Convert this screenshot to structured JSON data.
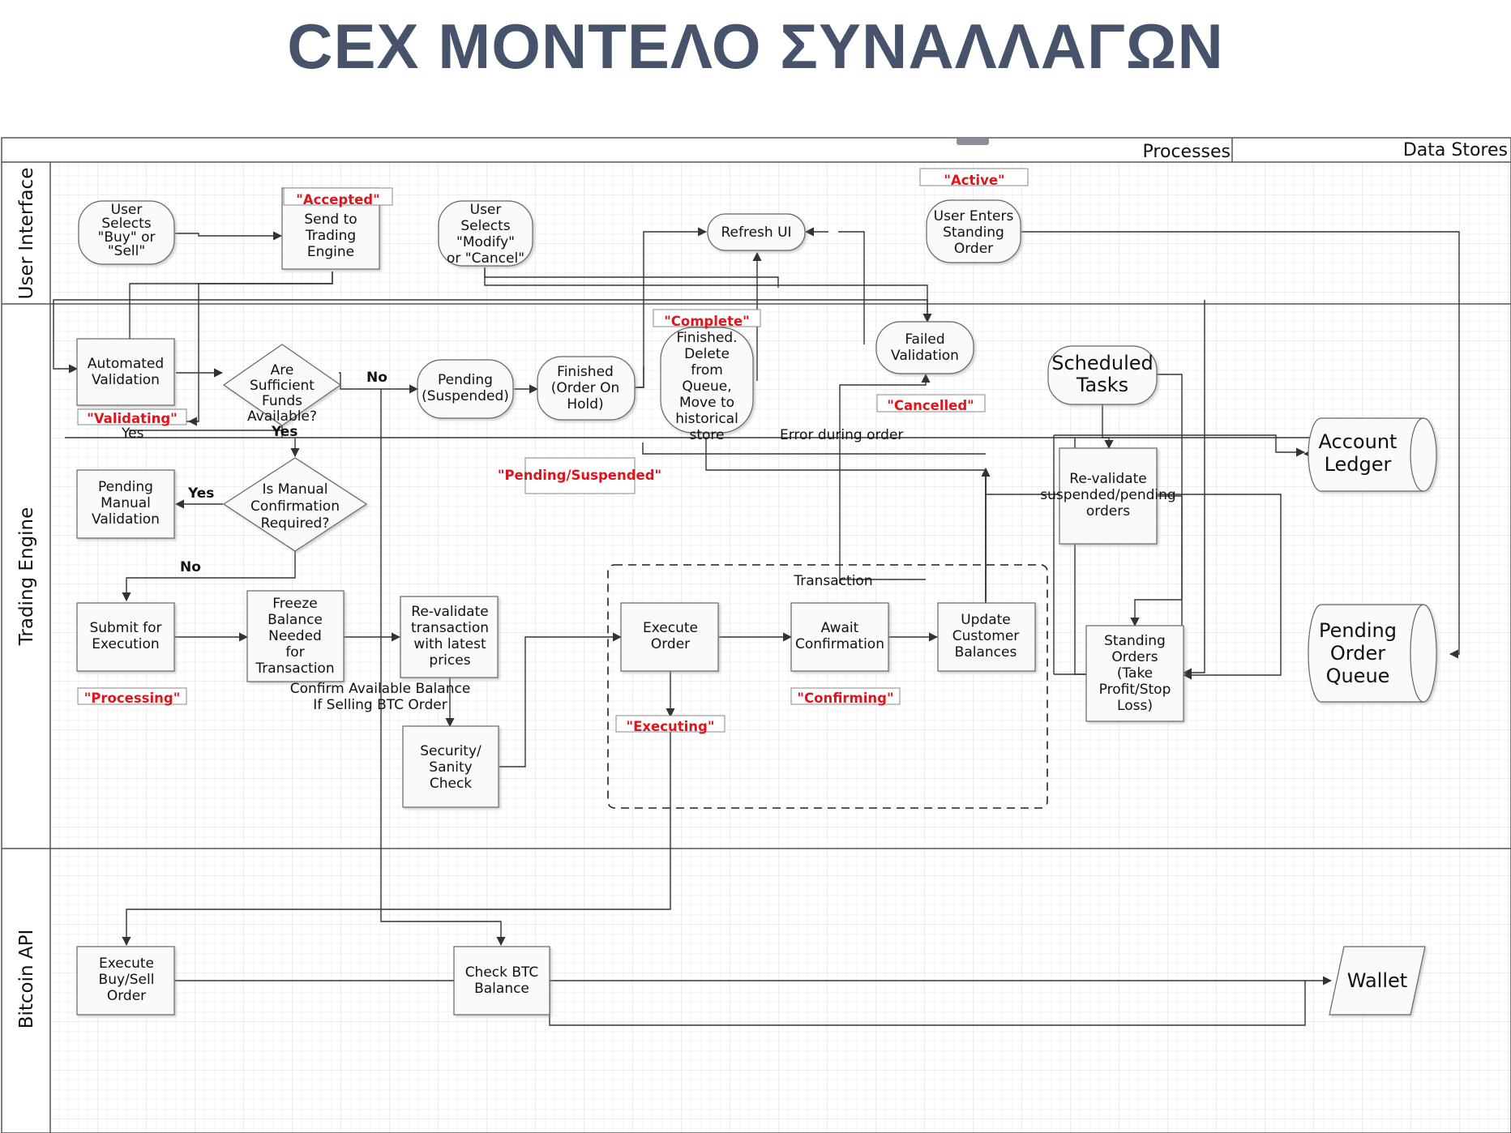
{
  "title": "CEX ΜΟΝΤΕΛΟ ΣΥΝΑΛΛΑΓΩΝ",
  "header": {
    "processes": "Processes",
    "data_stores": "Data Stores"
  },
  "lanes": {
    "ui": "User Interface",
    "engine": "Trading Engine",
    "api": "Bitcoin API"
  },
  "nodes": {
    "user_buy_sell": [
      "User",
      "Selects",
      "\"Buy\" or",
      "\"Sell\""
    ],
    "send_engine": [
      "Send to",
      "Trading",
      "Engine"
    ],
    "user_modify": [
      "User",
      "Selects",
      "\"Modify\"",
      "or \"Cancel\""
    ],
    "refresh_ui": [
      "Refresh UI"
    ],
    "standing_order": [
      "User Enters",
      "Standing",
      "Order"
    ],
    "auto_validation": [
      "Automated",
      "Validation"
    ],
    "sufficient_funds": [
      "Are",
      "Sufficient",
      "Funds",
      "Available?"
    ],
    "pending_suspended": [
      "Pending",
      "(Suspended)"
    ],
    "finished_hold": [
      "Finished",
      "(Order On",
      "Hold)"
    ],
    "finished_delete": [
      "Finished.",
      "Delete",
      "from",
      "Queue,",
      "Move to",
      "historical",
      "store"
    ],
    "failed_validation": [
      "Failed",
      "Validation"
    ],
    "scheduled_tasks": [
      "Scheduled",
      "Tasks"
    ],
    "pending_manual": [
      "Pending",
      "Manual",
      "Validation"
    ],
    "manual_confirm": [
      "Is Manual",
      "Confirmation",
      "Required?"
    ],
    "revalidate_suspended": [
      "Re-validate",
      "suspended/pending",
      "orders"
    ],
    "submit_exec": [
      "Submit for",
      "Execution"
    ],
    "freeze_balance": [
      "Freeze",
      "Balance",
      "Needed",
      "for",
      "Transaction"
    ],
    "revalidate_prices": [
      "Re-validate",
      "transaction",
      "with latest",
      "prices"
    ],
    "execute_order": [
      "Execute",
      "Order"
    ],
    "await_confirm": [
      "Await",
      "Confirmation"
    ],
    "update_balances": [
      "Update",
      "Customer",
      "Balances"
    ],
    "standing_orders": [
      "Standing",
      "Orders",
      "(Take",
      "Profit/Stop",
      "Loss)"
    ],
    "security_check": [
      "Security/",
      "Sanity",
      "Check"
    ],
    "execute_buy_sell": [
      "Execute",
      "Buy/Sell",
      "Order"
    ],
    "check_btc": [
      "Check BTC",
      "Balance"
    ],
    "account_ledger": [
      "Account",
      "Ledger"
    ],
    "pending_queue": [
      "Pending",
      "Order",
      "Queue"
    ],
    "wallet": [
      "Wallet"
    ]
  },
  "statuses": {
    "accepted": "\"Accepted\"",
    "active": "\"Active\"",
    "complete": "\"Complete\"",
    "cancelled": "\"Cancelled\"",
    "validating": "\"Validating\"",
    "pending_suspended": "\"Pending/Suspended\"",
    "processing": "\"Processing\"",
    "confirming": "\"Confirming\"",
    "executing": "\"Executing\""
  },
  "edge_labels": {
    "no_funds": "No",
    "yes_funds": "Yes",
    "yes_validation": "Yes",
    "yes_manual": "Yes",
    "no_manual": "No",
    "error_during_order": "Error during order",
    "transaction": "Transaction",
    "confirm_balance_1": "Confirm Available Balance",
    "confirm_balance_2": "If Selling BTC Order"
  },
  "colors": {
    "title": "#46536a",
    "status": "#e0141b",
    "grid": "#e6e6e6",
    "stroke": "#444444"
  }
}
